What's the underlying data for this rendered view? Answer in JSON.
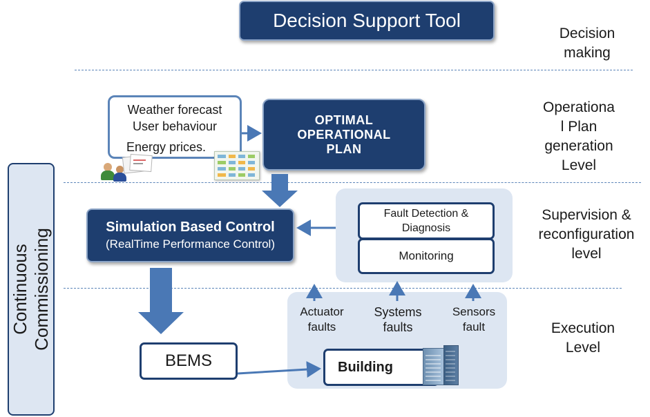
{
  "title": "Decision Support Tool",
  "levels": {
    "decision": "Decision\nmaking",
    "operational": "Operationa\nl Plan\ngeneration\nLevel",
    "supervision": "Supervision &\nreconfiguration\nlevel",
    "execution": "Execution\nLevel"
  },
  "side_label": "Continuous\nCommissioning",
  "inputs": {
    "line1": "Weather forecast",
    "line2": "User behaviour",
    "line3": "Energy prices."
  },
  "optimal_plan": "OPTIMAL\nOPERATIONAL\nPLAN",
  "sim_control": {
    "title": "Simulation Based Control",
    "subtitle": "(RealTime Performance Control)"
  },
  "fdd": "Fault Detection &\nDiagnosis",
  "monitoring": "Monitoring",
  "faults": {
    "actuator": "Actuator\nfaults",
    "systems": "Systems\nfaults",
    "sensors": "Sensors\nfault"
  },
  "bems": "BEMS",
  "building": "Building",
  "colors": {
    "dark_blue": "#1e3e6f",
    "arrow_blue": "#4a78b5",
    "panel": "#dde6f2"
  }
}
